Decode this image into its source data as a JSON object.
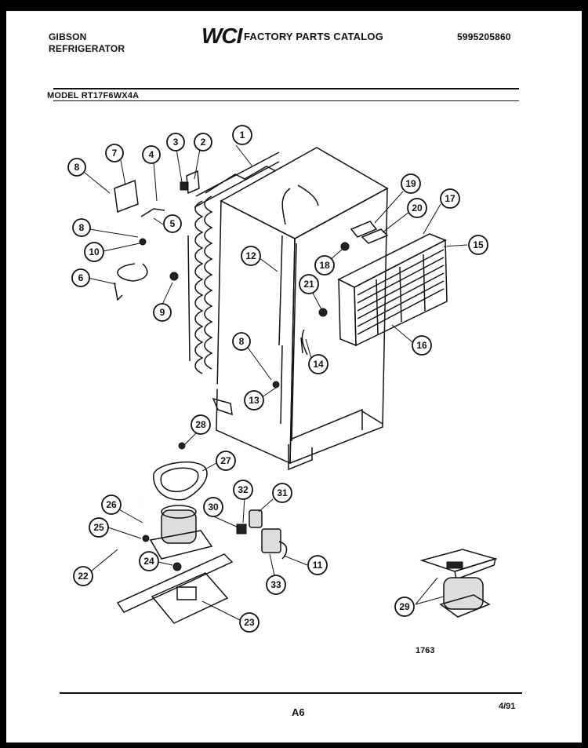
{
  "header": {
    "brand_line1": "GIBSON",
    "brand_line2": "REFRIGERATOR",
    "logo_text": "WCI",
    "catalog_title": "FACTORY PARTS CATALOG",
    "catalog_number": "5995205860",
    "model_line": "MODEL RT17F6WX4A"
  },
  "callouts": [
    "1",
    "2",
    "3",
    "4",
    "5",
    "6",
    "7",
    "8",
    "8",
    "8",
    "9",
    "10",
    "11",
    "12",
    "13",
    "14",
    "15",
    "16",
    "17",
    "18",
    "19",
    "20",
    "21",
    "22",
    "23",
    "24",
    "25",
    "26",
    "27",
    "28",
    "29",
    "30",
    "31",
    "32",
    "33"
  ],
  "footer": {
    "diagram_id": "1763",
    "page_number": "A6",
    "date_code": "4/91"
  }
}
